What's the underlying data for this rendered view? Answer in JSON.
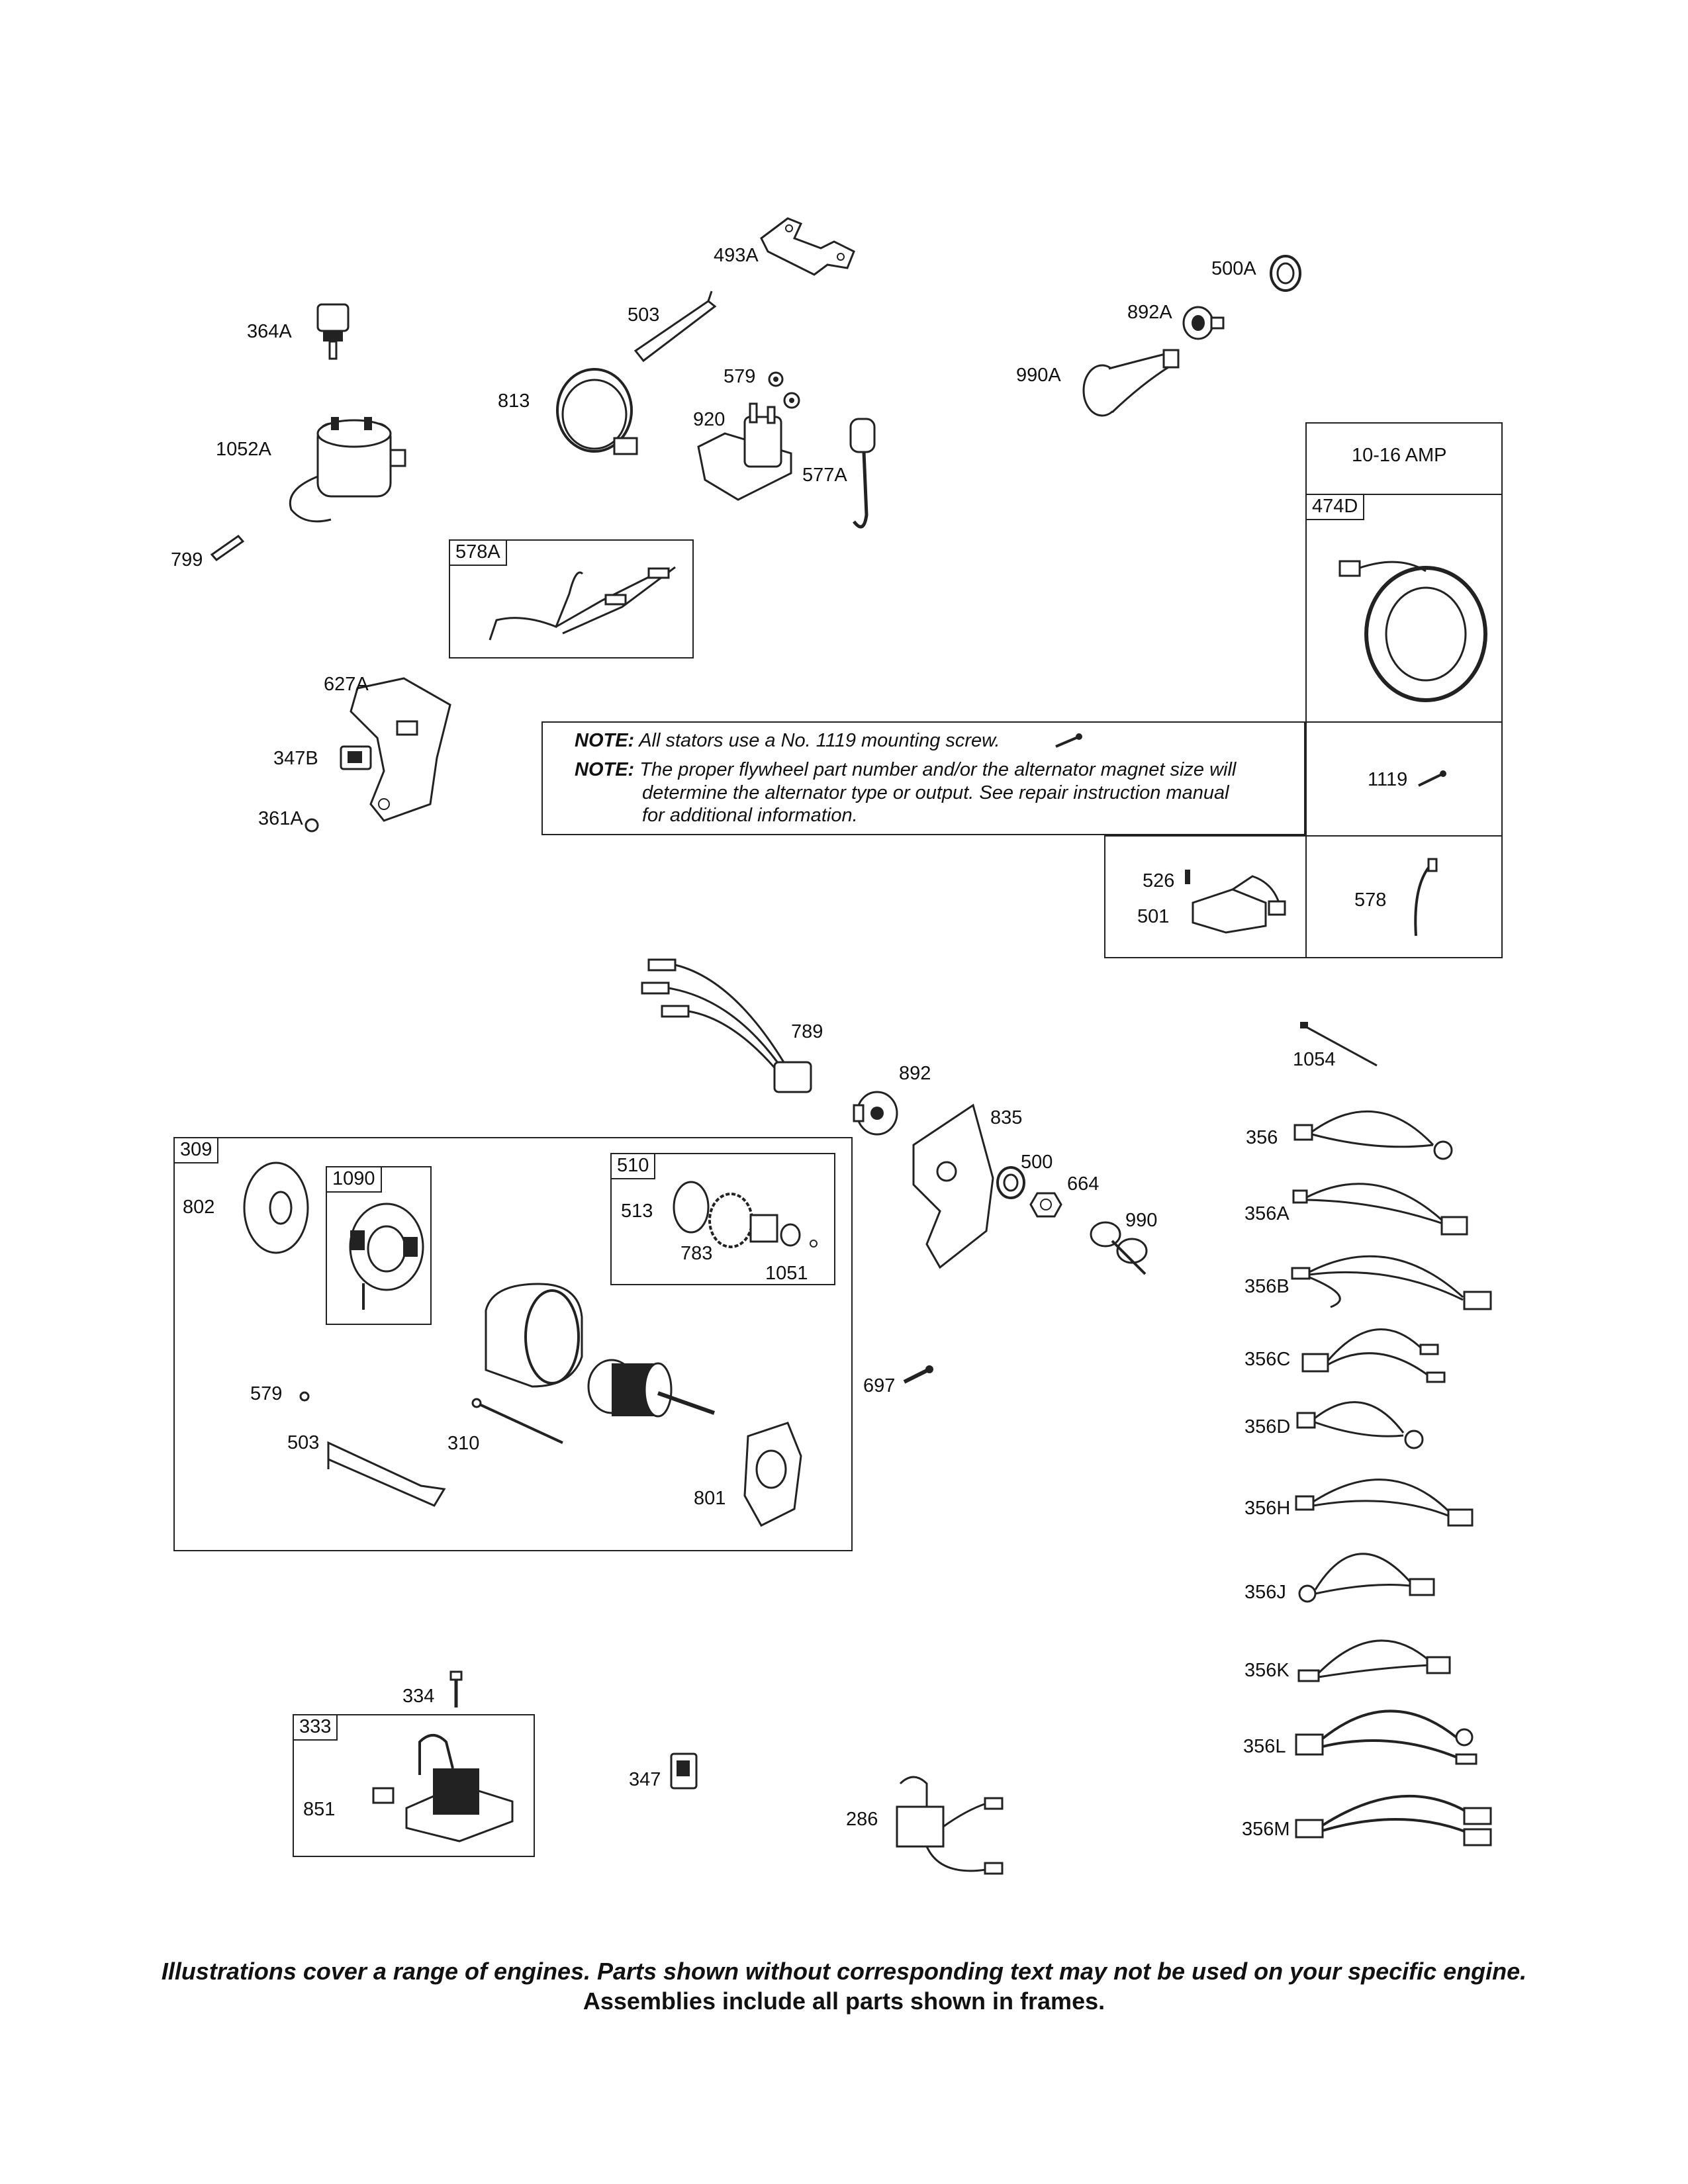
{
  "parts": {
    "p493A": "493A",
    "p364A": "364A",
    "p503a": "503",
    "p500A": "500A",
    "p892A": "892A",
    "p990A": "990A",
    "p579a": "579",
    "p813": "813",
    "p920": "920",
    "p1052A": "1052A",
    "p577A": "577A",
    "p799": "799",
    "p627A": "627A",
    "p347B": "347B",
    "p361A": "361A",
    "p1119": "1119",
    "p526": "526",
    "p501": "501",
    "p578": "578",
    "p789": "789",
    "p1054": "1054",
    "p892": "892",
    "p835": "835",
    "p500": "500",
    "p664": "664",
    "p990": "990",
    "p802": "802",
    "p513": "513",
    "p783": "783",
    "p1051": "1051",
    "p579b": "579",
    "p503b": "503",
    "p310": "310",
    "p801": "801",
    "p697": "697",
    "p334": "334",
    "p851": "851",
    "p347": "347",
    "p286": "286",
    "p356": "356",
    "p356A": "356A",
    "p356B": "356B",
    "p356C": "356C",
    "p356D": "356D",
    "p356H": "356H",
    "p356J": "356J",
    "p356K": "356K",
    "p356L": "356L",
    "p356M": "356M"
  },
  "frames": {
    "f578A": "578A",
    "f474D": "474D",
    "f309": "309",
    "f1090": "1090",
    "f510": "510",
    "f333": "333"
  },
  "stator_header": "10-16 AMP",
  "note": {
    "label1": "NOTE:",
    "text1": "All stators use a No. 1119 mounting screw.",
    "label2": "NOTE:",
    "text2a": "The proper flywheel part number and/or the alternator magnet size will",
    "text2b": "determine the alternator type or output. See repair instruction manual",
    "text2c": "for additional information."
  },
  "footer": {
    "line1": "Illustrations cover a range of engines. Parts shown without corresponding text may not be used on your specific engine.",
    "line2": "Assemblies include all parts shown in frames."
  }
}
